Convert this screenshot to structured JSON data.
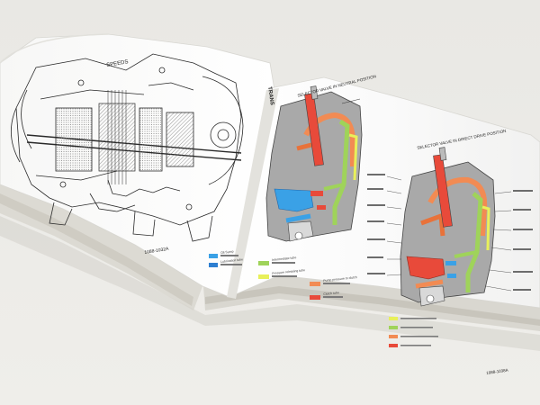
{
  "scene": {
    "background_color": "#ecebe7",
    "left_page_title": "SPEEDS",
    "left_page_code": "1088-1032A",
    "right_page_diagram_title": "SELECTOR VALVE IN NEUTRAL POSITION",
    "right_page_far_title": "SELECTOR VALVE IN DIRECT DRIVE POSITION",
    "right_page_code": "1088-1038A",
    "edge_text": "TRANS"
  },
  "legend": {
    "items": [
      {
        "label": "Oil Sump",
        "color": "#3aa1e6"
      },
      {
        "label": "Lubrication tube",
        "color": "#2e7fd1"
      },
      {
        "label": "Intermediate tube",
        "color": "#9fd35a"
      },
      {
        "label": "Pressure releasing tube",
        "color": "#e8f05a"
      },
      {
        "label": "Pump pressure to clutch",
        "color": "#f28b53"
      },
      {
        "label": "Clutch tube",
        "color": "#e84a3a"
      }
    ]
  },
  "colors": {
    "page": "#fbfbfa",
    "ink": "#333333",
    "orange": "#f28b53",
    "red": "#e84a3a",
    "green": "#9fd35a",
    "yellow": "#e8f05a",
    "blue": "#3aa1e6",
    "gray_body": "#a9a9a9"
  }
}
